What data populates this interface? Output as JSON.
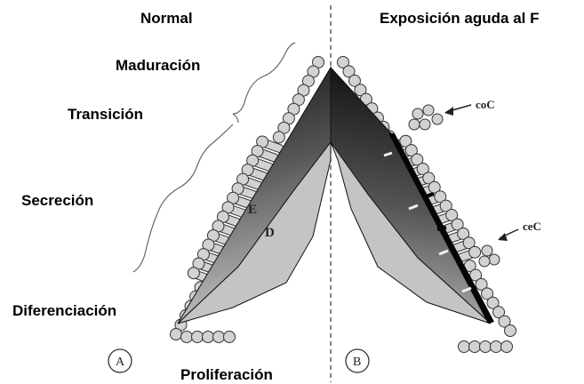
{
  "figure": {
    "panel_a_title": "Normal",
    "panel_b_title": "Exposición aguda al F",
    "stages": {
      "maturation": "Maduración",
      "transition": "Transición",
      "secretion": "Secreción",
      "differentiation": "Diferenciación",
      "proliferation": "Proliferación"
    },
    "layer_labels": {
      "enamel": "E",
      "dentin": "D"
    },
    "callouts": {
      "top": "coC",
      "bottom": "ceC"
    },
    "panel_markers": {
      "a": "A",
      "b": "B"
    }
  },
  "colors": {
    "enamel_dark": "#141414",
    "enamel_light": "#b8b8b8",
    "dentin": "#c4c4c4",
    "cells": "#d2d2d2"
  }
}
